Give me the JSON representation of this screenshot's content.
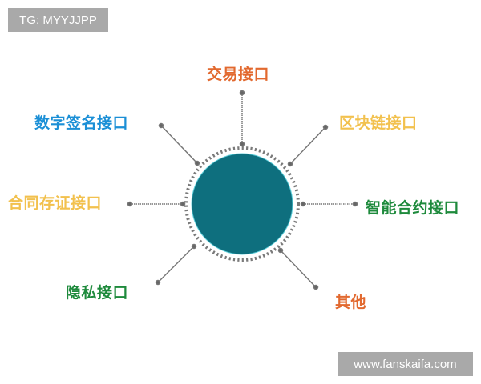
{
  "watermarks": {
    "top": "TG: MYYJJPP",
    "bottom": "www.fanskaifa.com"
  },
  "hub": {
    "fill": "#0e6f7e",
    "ring_color": "#7a7a7a"
  },
  "nodes": [
    {
      "id": "trade",
      "label": "交易接口",
      "color": "#e2692f"
    },
    {
      "id": "digital-signature",
      "label": "数字签名接口",
      "color": "#1b8fd6"
    },
    {
      "id": "blockchain",
      "label": "区块链接口",
      "color": "#f2c14e"
    },
    {
      "id": "contract-evidence",
      "label": "合同存证接口",
      "color": "#f2c14e"
    },
    {
      "id": "smart-contract",
      "label": "智能合约接口",
      "color": "#1e8a3c"
    },
    {
      "id": "privacy",
      "label": "隐私接口",
      "color": "#1e8a3c"
    },
    {
      "id": "other",
      "label": "其他",
      "color": "#e2692f"
    }
  ]
}
